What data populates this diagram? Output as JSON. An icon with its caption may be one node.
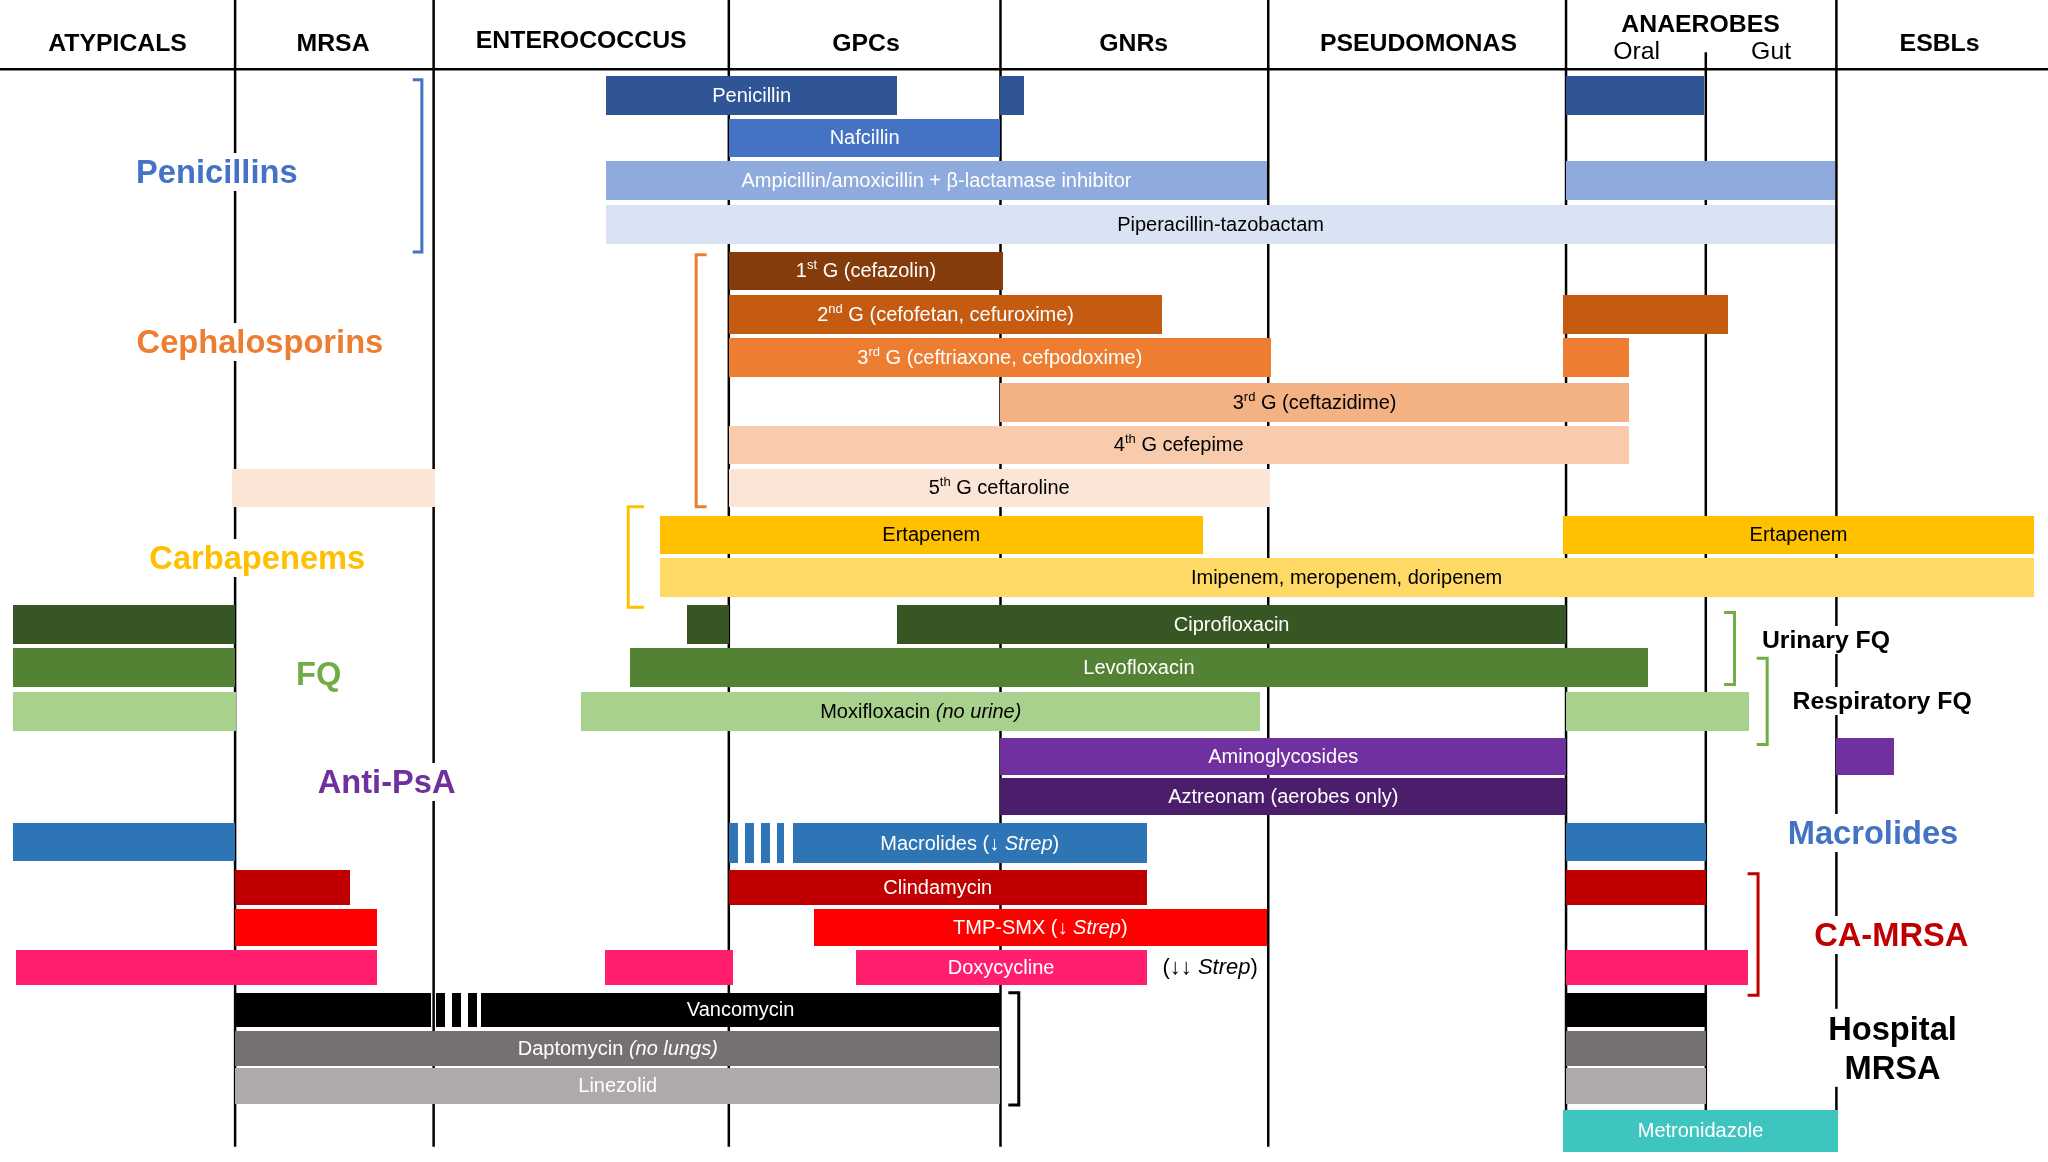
{
  "diagram": {
    "nodes": [
      {
        "text": [
          "Penicillin"
        ]
      },
      {
        "text": [],
        "shape": "bar"
      },
      {
        "text": [],
        "shape": "bar"
      },
      {
        "text": [
          "Nafcillin"
        ]
      },
      {
        "text": [
          "Ampicillin/amoxicillin + β-lactamase inhibitor"
        ]
      },
      {
        "text": [],
        "shape": "bar"
      },
      {
        "text": [
          "Piperacillin-tazobactam"
        ]
      },
      {
        "text": [
          "1$^{st}$ G (cefazolin)"
        ]
      },
      {
        "text": [
          "2$^{nd}$ G (cefofetan, cefuroxime)"
        ]
      },
      {
        "text": [],
        "shape": "bar"
      },
      {
        "text": [
          "3$^{rd}$ G (ceftriaxone, cefpodoxime)"
        ]
      },
      {
        "text": [],
        "shape": "bar"
      },
      {
        "text": [
          "3$^{rd}$ G (ceftazidime)"
        ]
      },
      {
        "text": [
          "4$^{th}$ G cefepime"
        ]
      },
      {
        "text": [],
        "shape": "bar"
      },
      {
        "text": [
          "5$^{th}$ G ceftaroline"
        ]
      },
      {
        "text": [
          "Ertapenem"
        ]
      },
      {
        "text": [
          "Ertapenem"
        ]
      },
      {
        "text": [
          "Imipenem, meropenem, doripenem"
        ]
      },
      {
        "text": [],
        "shape": "bar"
      },
      {
        "text": [],
        "shape": "bar"
      },
      {
        "text": [
          "Ciprofloxacin"
        ]
      },
      {
        "text": [],
        "shape": "bar"
      },
      {
        "text": [
          "Levofloxacin"
        ]
      },
      {
        "text": [],
        "shape": "bar"
      },
      {
        "text": [
          "Moxifloxacin *(no urine)*"
        ]
      },
      {
        "text": [],
        "shape": "bar"
      },
      {
        "text": [
          "Aminoglycosides"
        ]
      },
      {
        "text": [],
        "shape": "bar"
      },
      {
        "text": [
          "Aztreonam (aerobes only)"
        ]
      },
      {
        "text": [],
        "shape": "bar"
      },
      {
        "text": [],
        "shape": "bar"
      },
      {
        "text": [
          "Macrolides (↓ *Strep*)"
        ]
      },
      {
        "text": [],
        "shape": "bar"
      },
      {
        "text": [],
        "shape": "bar"
      },
      {
        "text": [
          "Clindamycin"
        ]
      },
      {
        "text": [],
        "shape": "bar"
      },
      {
        "text": [],
        "shape": "bar"
      },
      {
        "text": [
          "TMP-SMX (↓ *Strep*)"
        ]
      },
      {
        "text": [],
        "shape": "bar"
      },
      {
        "text": [],
        "shape": "bar"
      },
      {
        "text": [
          "Doxycycline"
        ],
        "beside": [
          "(↓↓ *Strep*)"
        ]
      },
      {
        "text": [],
        "shape": "bar"
      },
      {
        "text": [],
        "shape": "bar"
      },
      {
        "text": [],
        "shape": "bar"
      },
      {
        "text": [
          "Vancomycin"
        ]
      },
      {
        "text": [],
        "shape": "bar"
      },
      {
        "text": [
          "Daptomycin *(no lungs)*"
        ]
      },
      {
        "text": [],
        "shape": "bar"
      },
      {
        "text": [
          "Linezolid"
        ]
      },
      {
        "text": [],
        "shape": "bar"
      },
      {
        "text": [
          "Metronidazole"
        ]
      }
    ],
    "labels": [
      "ATYPICALS",
      "MRSA",
      "ENTEROCOCCUS",
      "GPCs",
      "GNRs",
      "PSEUDOMONAS",
      "ANAEROBES",
      "Oral",
      "Gut",
      "ESBLs",
      "Penicillins",
      "Cephalosporins",
      "Carbapenems",
      "FQ",
      "Anti-PsA",
      "Urinary FQ",
      "Respiratory FQ",
      "Macrolides",
      "CA-MRSA",
      "Hospital MRSA"
    ]
  }
}
